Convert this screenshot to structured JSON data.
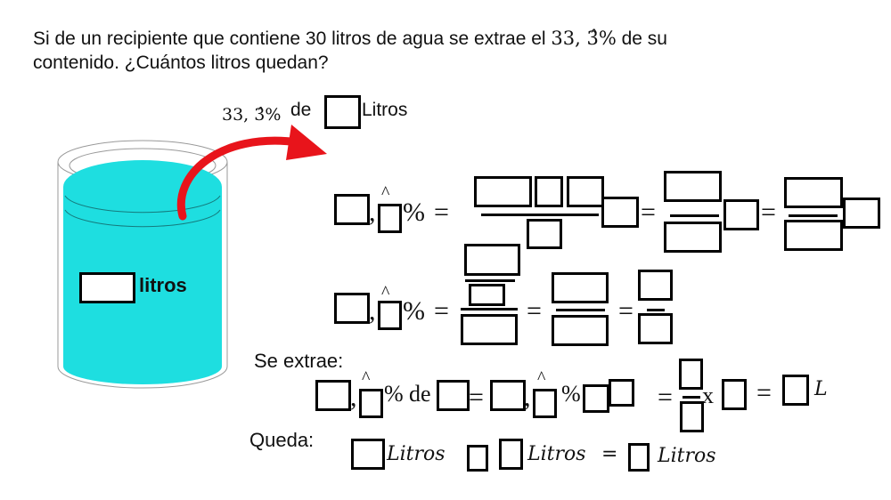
{
  "question": {
    "line1_before": "Si de un recipiente que contiene 30 litros de agua se extrae el ",
    "percent": "33, 3̂%",
    "line1_after": " de su",
    "line2": "contenido. ¿Cuántos litros quedan?"
  },
  "arrow_caption": {
    "percent": "33, 3̂%",
    "de": "de",
    "litros": "Litros"
  },
  "container": {
    "label": "litros",
    "water_color": "#1EDEE0",
    "arrow_color": "#E8141B"
  },
  "equations": {
    "comma": ",",
    "hat": "^",
    "percent": "%",
    "equals": "=",
    "de": "de",
    "times": "x",
    "unit_L": "L"
  },
  "sections": {
    "extract_label": "Se extrae:",
    "remain_label": "Queda:"
  },
  "remain_row": {
    "unit1": "Litros",
    "unit2": "Litros",
    "equals": "=",
    "unit3": "Litros"
  }
}
